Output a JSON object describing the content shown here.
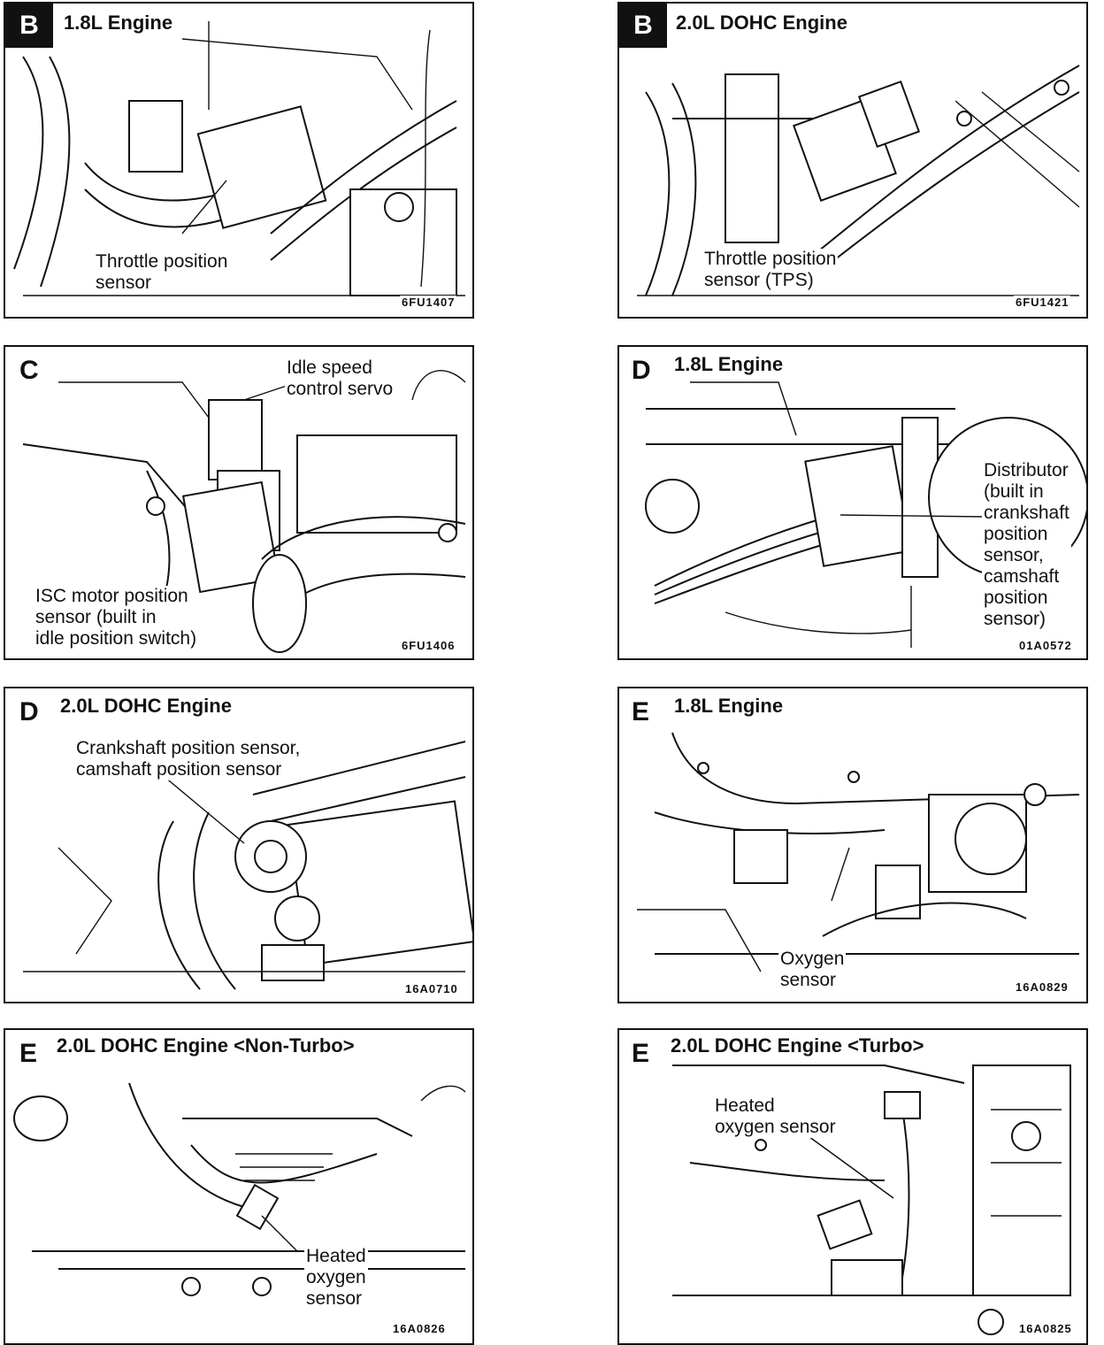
{
  "panels": [
    {
      "letter": "B",
      "title": "1.8L Engine",
      "label_lines": [
        "Throttle position",
        "sensor"
      ],
      "code": "6FU1407"
    },
    {
      "letter": "B",
      "title": "2.0L DOHC Engine",
      "label_lines": [
        "Throttle position",
        "sensor (TPS)"
      ],
      "code": "6FU1421"
    },
    {
      "letter": "C",
      "title": "",
      "label_lines": [
        "Idle speed",
        "control servo"
      ],
      "label2_lines": [
        "ISC motor position",
        "sensor (built in",
        "idle position switch)"
      ],
      "code": "6FU1406"
    },
    {
      "letter": "D",
      "title": "1.8L Engine",
      "label_lines": [
        "Distributor",
        "(built in",
        "crankshaft",
        "position",
        "sensor,",
        "camshaft",
        "position",
        "sensor)"
      ],
      "code": "01A0572"
    },
    {
      "letter": "D",
      "title": "2.0L DOHC Engine",
      "label_lines": [
        "Crankshaft position sensor,",
        "camshaft position sensor"
      ],
      "code": "16A0710"
    },
    {
      "letter": "E",
      "title": "1.8L Engine",
      "label_lines": [
        "Oxygen",
        "sensor"
      ],
      "code": "16A0829"
    },
    {
      "letter": "E",
      "title": "2.0L DOHC Engine <Non-Turbo>",
      "label_lines": [
        "Heated",
        "oxygen",
        "sensor"
      ],
      "code": "16A0826"
    },
    {
      "letter": "E",
      "title": "2.0L DOHC Engine <Turbo>",
      "label_lines": [
        "Heated",
        "oxygen sensor"
      ],
      "code": "16A0825"
    }
  ]
}
